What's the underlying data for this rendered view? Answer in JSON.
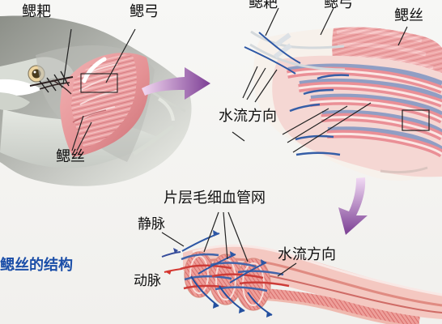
{
  "labels": {
    "left_gill_raker": "鳃耙",
    "left_gill_arch": "鳃弓",
    "left_gill_filament": "鳃丝",
    "right_gill_raker": "鳃耙",
    "right_gill_arch": "鳃弓",
    "right_gill_filament": "鳃丝",
    "water_flow_upper": "水流方向",
    "capillary_network": "片层毛细血管网",
    "vein": "静脉",
    "artery": "动脉",
    "water_flow_lower": "水流方向",
    "title": "鳃丝的结构"
  },
  "colors": {
    "arrow_purple": "#8f4fa2",
    "gill_pink": "#e89a9d",
    "gill_dark": "#c86a73",
    "fish_body": "#b7b9b4",
    "fish_belly": "#eceee8",
    "vein_blue": "#2f56a8",
    "artery_red": "#d33"
  }
}
